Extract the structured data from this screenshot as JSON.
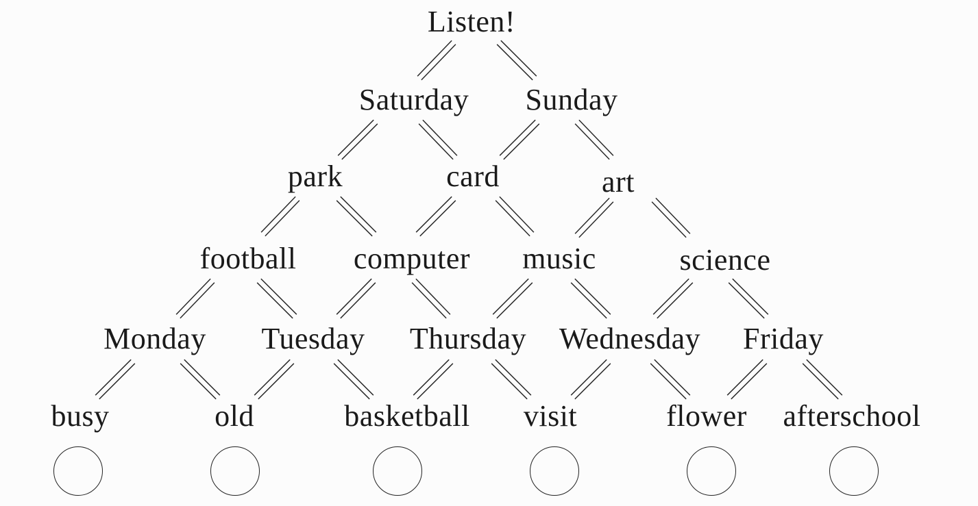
{
  "title": "Listen!",
  "rows": [
    [
      "Saturday",
      "Sunday"
    ],
    [
      "park",
      "card",
      "art"
    ],
    [
      "football",
      "computer",
      "music",
      "science"
    ],
    [
      "Monday",
      "Tuesday",
      "Thursday",
      "Wednesday",
      "Friday"
    ],
    [
      "busy",
      "old",
      "basketball",
      "visit",
      "flower",
      "afterschool"
    ]
  ],
  "answer_circles": [
    "",
    "",
    "",
    "",
    "",
    ""
  ]
}
